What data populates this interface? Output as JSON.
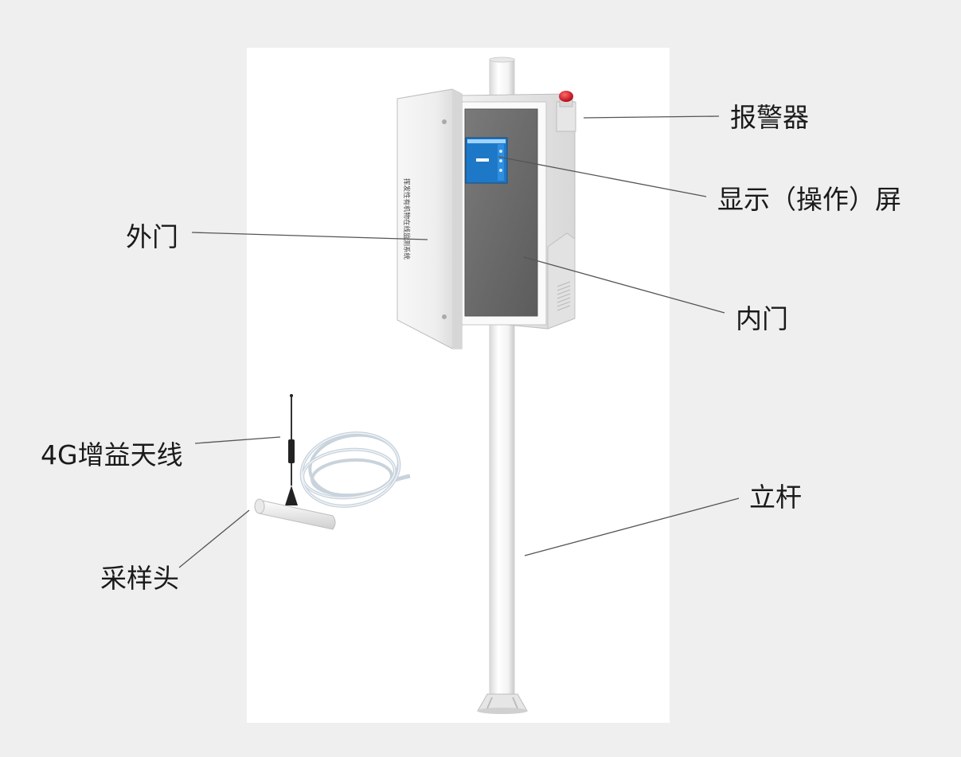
{
  "door_text": "挥发性有机物在线监测系统",
  "labels": {
    "alarm": "报警器",
    "display": "显示（操作）屏",
    "outer_door": "外门",
    "inner_door": "内门",
    "antenna": "4G增益天线",
    "pole": "立杆",
    "sampling_head": "采样头"
  },
  "colors": {
    "background": "#efefef",
    "panel": "#ffffff",
    "screen": "#1e78c8",
    "inner_door": "#6a6a6a",
    "alarm": "#d8141c",
    "leader_line": "#555555"
  }
}
